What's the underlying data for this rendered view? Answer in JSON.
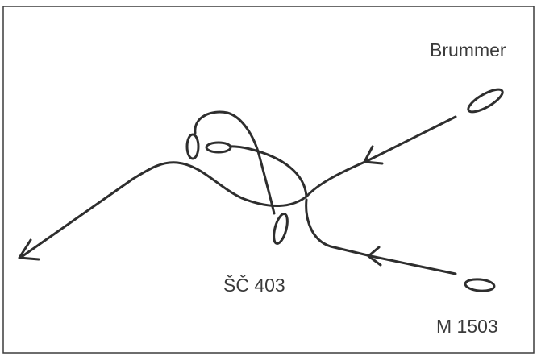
{
  "labels": {
    "brummer": "Brummer",
    "sc403": "ŠČ 403",
    "m1503": "M 1503"
  }
}
